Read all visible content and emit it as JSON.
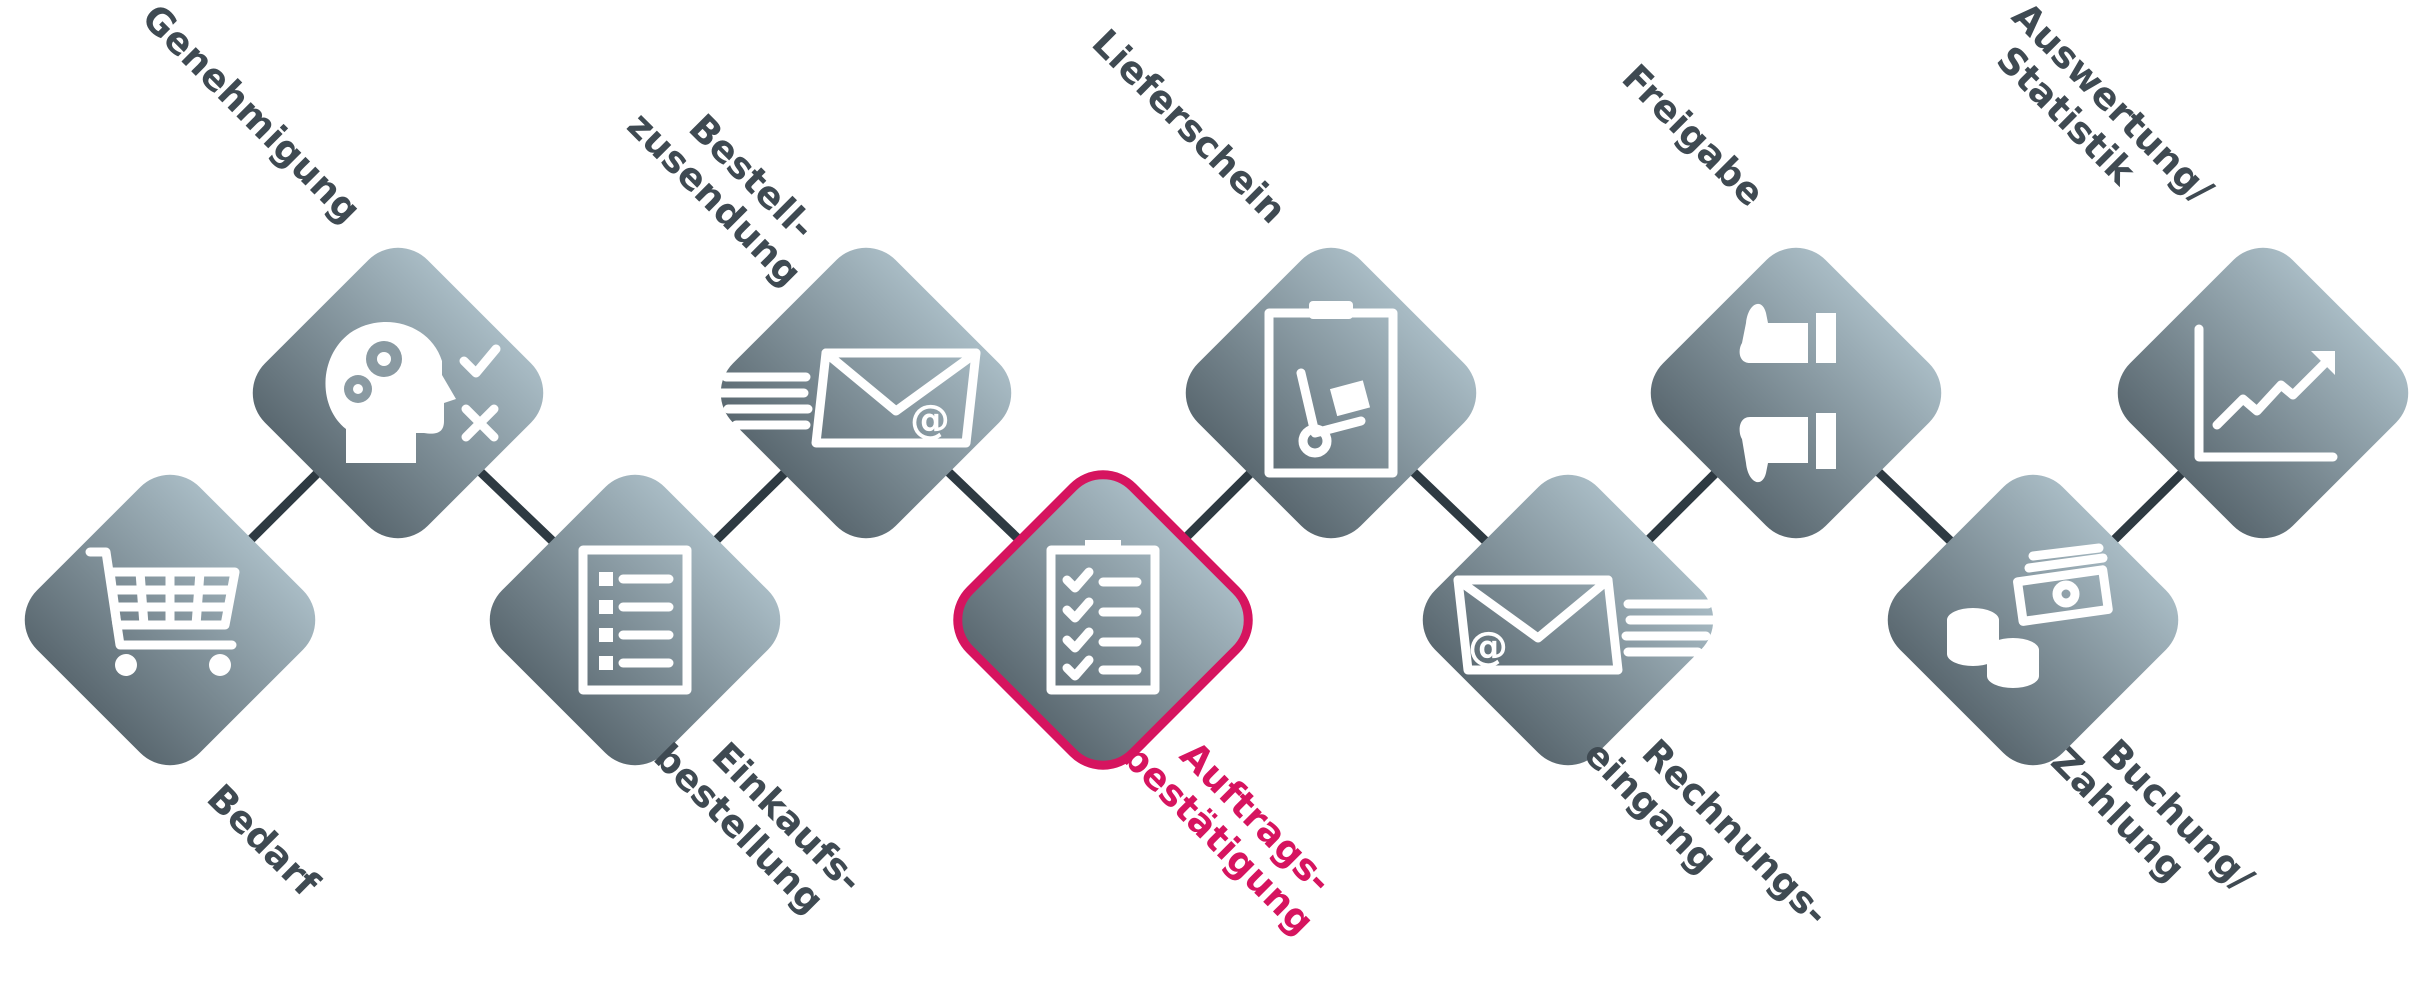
{
  "colors": {
    "tile_top": "#a9bcc5",
    "tile_bottom": "#5a6870",
    "connector": "#2e3a42",
    "label": "#3f4a52",
    "highlight": "#d6145f"
  },
  "steps": [
    {
      "lines": [
        "Bedarf"
      ],
      "icon": "shopping-cart-icon"
    },
    {
      "lines": [
        "Genehmigung"
      ],
      "icon": "head-gears-check-cross-icon"
    },
    {
      "lines": [
        "Einkaufs-",
        "bestellung"
      ],
      "icon": "checklist-icon"
    },
    {
      "lines": [
        "Bestell-",
        "zusendung"
      ],
      "icon": "email-sending-icon"
    },
    {
      "lines": [
        "Auftrags-",
        "bestätigung"
      ],
      "icon": "clipboard-checklist-icon",
      "highlighted": true
    },
    {
      "lines": [
        "Lieferschein"
      ],
      "icon": "clipboard-hand-truck-icon"
    },
    {
      "lines": [
        "Rechnungs-",
        "eingang"
      ],
      "icon": "email-receiving-icon"
    },
    {
      "lines": [
        "Freigabe"
      ],
      "icon": "thumbs-up-down-icon"
    },
    {
      "lines": [
        "Buchung/",
        "Zahlung"
      ],
      "icon": "coins-banknotes-icon"
    },
    {
      "lines": [
        "Auswertung/",
        "Statistik"
      ],
      "icon": "trend-chart-icon"
    }
  ]
}
